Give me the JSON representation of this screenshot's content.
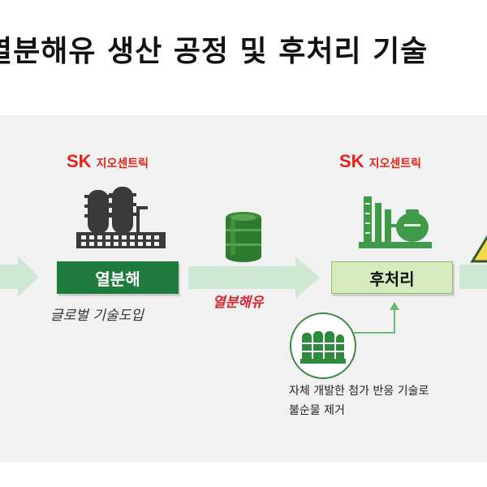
{
  "title": "열분해유 생산 공정 및 후처리 기술",
  "stage1": {
    "brand_sk": "SK",
    "brand_sub": "지오센트릭",
    "label": "열분해",
    "caption": "글로벌 기술도입"
  },
  "product_label": "열분해유",
  "stage2": {
    "brand_sk": "SK",
    "brand_sub": "지오센트릭",
    "label": "후처리",
    "note_line1": "자체 개발한 첨가 반응 기술로",
    "note_line2": "불순물 제거"
  },
  "colors": {
    "arrow": "#cfe8d4",
    "dark_green": "#1f7a3d",
    "light_green": "#d6ebbd",
    "brand_red": "#e2231a"
  },
  "icons": {
    "left_arrow": "right-arrow-icon",
    "pyrolysis_plant": "factory-tower-icon",
    "oil_drum": "oil-drum-icon",
    "post_plant": "refinery-tank-icon",
    "additive_reactor": "reactor-column-icon",
    "warning": "warning-triangle-icon"
  }
}
